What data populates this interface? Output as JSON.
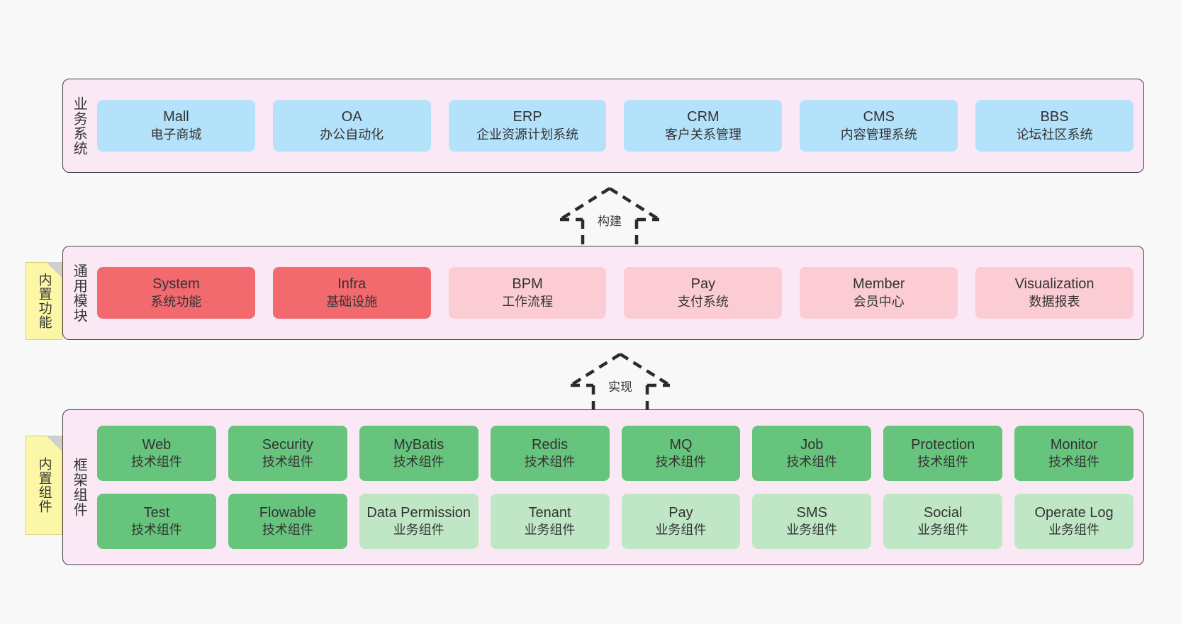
{
  "layers": [
    {
      "id": "business",
      "title": "业务系统",
      "rows": [
        {
          "cards": [
            {
              "name": "Mall",
              "desc": "电子商城",
              "color": "#b5e2fb",
              "variant": "c-blue"
            },
            {
              "name": "OA",
              "desc": "办公自动化",
              "color": "#b5e2fb",
              "variant": "c-blue"
            },
            {
              "name": "ERP",
              "desc": "企业资源计划系统",
              "color": "#b5e2fb",
              "variant": "c-blue"
            },
            {
              "name": "CRM",
              "desc": "客户关系管理",
              "color": "#b5e2fb",
              "variant": "c-blue"
            },
            {
              "name": "CMS",
              "desc": "内容管理系统",
              "color": "#b5e2fb",
              "variant": "c-blue"
            },
            {
              "name": "BBS",
              "desc": "论坛社区系统",
              "color": "#b5e2fb",
              "variant": "c-blue"
            }
          ]
        }
      ]
    },
    {
      "id": "module",
      "title": "通用模块",
      "note": "内置功能",
      "rows": [
        {
          "cards": [
            {
              "name": "System",
              "desc": "系统功能",
              "color": "#f2696e",
              "variant": "c-red"
            },
            {
              "name": "Infra",
              "desc": "基础设施",
              "color": "#f2696e",
              "variant": "c-red"
            },
            {
              "name": "BPM",
              "desc": "工作流程",
              "color": "#fcccd5",
              "variant": "c-pink"
            },
            {
              "name": "Pay",
              "desc": "支付系统",
              "color": "#fcccd5",
              "variant": "c-pink"
            },
            {
              "name": "Member",
              "desc": "会员中心",
              "color": "#fcccd5",
              "variant": "c-pink"
            },
            {
              "name": "Visualization",
              "desc": "数据报表",
              "color": "#fcccd5",
              "variant": "c-pink"
            }
          ]
        }
      ]
    },
    {
      "id": "framework",
      "title": "框架组件",
      "note": "内置组件",
      "rows": [
        {
          "cards": [
            {
              "name": "Web",
              "desc": "技术组件",
              "color": "#67c47d",
              "variant": "c-green"
            },
            {
              "name": "Security",
              "desc": "技术组件",
              "color": "#67c47d",
              "variant": "c-green"
            },
            {
              "name": "MyBatis",
              "desc": "技术组件",
              "color": "#67c47d",
              "variant": "c-green"
            },
            {
              "name": "Redis",
              "desc": "技术组件",
              "color": "#67c47d",
              "variant": "c-green"
            },
            {
              "name": "MQ",
              "desc": "技术组件",
              "color": "#67c47d",
              "variant": "c-green"
            },
            {
              "name": "Job",
              "desc": "技术组件",
              "color": "#67c47d",
              "variant": "c-green"
            },
            {
              "name": "Protection",
              "desc": "技术组件",
              "color": "#67c47d",
              "variant": "c-green"
            },
            {
              "name": "Monitor",
              "desc": "技术组件",
              "color": "#67c47d",
              "variant": "c-green"
            }
          ]
        },
        {
          "cards": [
            {
              "name": "Test",
              "desc": "技术组件",
              "color": "#67c47d",
              "variant": "c-green"
            },
            {
              "name": "Flowable",
              "desc": "技术组件",
              "color": "#67c47d",
              "variant": "c-green"
            },
            {
              "name": "Data Permission",
              "desc": "业务组件",
              "color": "#bfe7c6",
              "variant": "c-lgreen"
            },
            {
              "name": "Tenant",
              "desc": "业务组件",
              "color": "#bfe7c6",
              "variant": "c-lgreen"
            },
            {
              "name": "Pay",
              "desc": "业务组件",
              "color": "#bfe7c6",
              "variant": "c-lgreen"
            },
            {
              "name": "SMS",
              "desc": "业务组件",
              "color": "#bfe7c6",
              "variant": "c-lgreen"
            },
            {
              "name": "Social",
              "desc": "业务组件",
              "color": "#bfe7c6",
              "variant": "c-lgreen"
            },
            {
              "name": "Operate Log",
              "desc": "业务组件",
              "color": "#bfe7c6",
              "variant": "c-lgreen"
            }
          ]
        }
      ]
    }
  ],
  "connectors": [
    {
      "id": "build",
      "label": "构建"
    },
    {
      "id": "impl",
      "label": "实现"
    }
  ],
  "colors": {
    "background": "#f8f8f8",
    "layer_fill": "#fae9f4",
    "layer_border": "#4a3a44",
    "note_fill": "#fbf7a6",
    "blue": "#b5e2fb",
    "red": "#f2696e",
    "pink": "#fcccd5",
    "green": "#67c47d",
    "light_green": "#bfe7c6",
    "text": "#333333"
  }
}
